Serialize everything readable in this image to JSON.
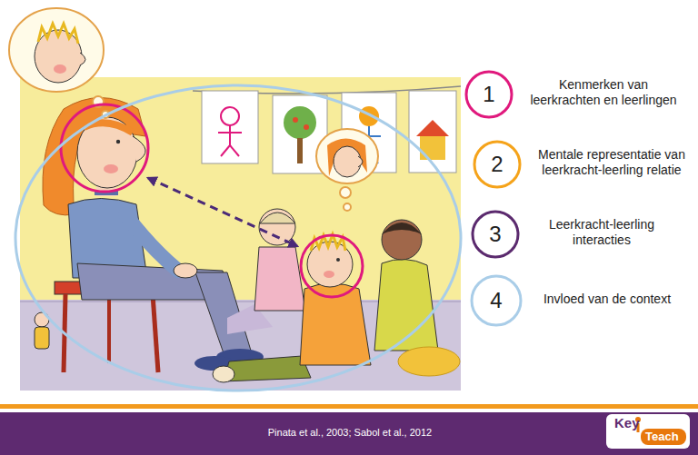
{
  "diagram": {
    "caption": "Pinata et al., 2003; Sabol et al., 2012",
    "nodes": [
      {
        "text": [
          "1",
          "Kenmerken van leerkrachten en leerlingen"
        ]
      },
      {
        "text": [
          "2",
          "Mentale representatie van leerkracht-leerling relatie"
        ]
      },
      {
        "text": [
          "3",
          "Leerkracht-leerling interacties"
        ]
      },
      {
        "text": [
          "4",
          "Invloed van de context"
        ]
      }
    ],
    "labels": [
      "Key",
      "Teach"
    ]
  }
}
